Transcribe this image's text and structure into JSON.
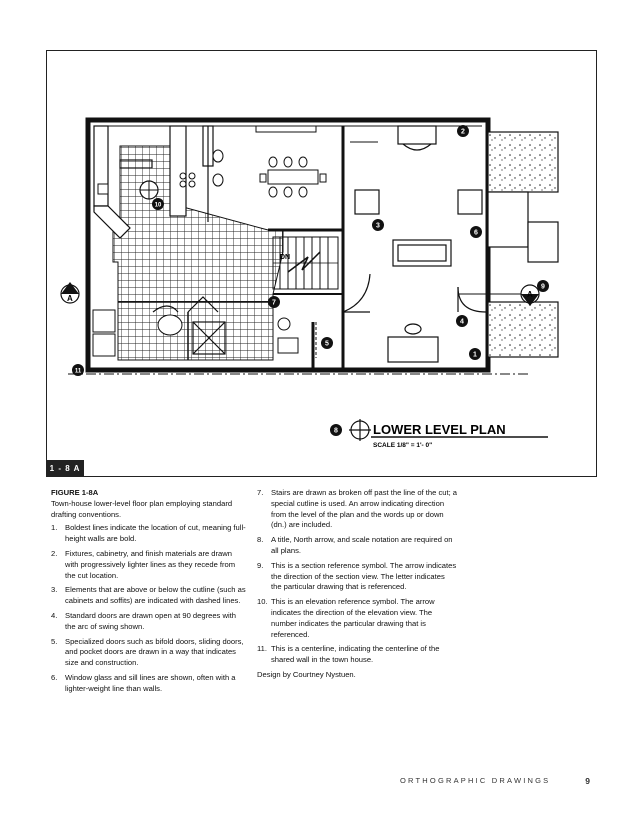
{
  "figure_tab": "1 - 8 A",
  "plan": {
    "title": "LOWER LEVEL PLAN",
    "scale": "SCALE 1/8\" = 1'- 0\"",
    "dn_label": "DN",
    "section_letter": "A",
    "callouts": [
      "1",
      "2",
      "3",
      "4",
      "5",
      "6",
      "7",
      "8",
      "9",
      "10",
      "11"
    ]
  },
  "caption": {
    "heading": "FIGURE 1-8A",
    "intro": "Town-house lower-level floor plan employing standard drafting conventions.",
    "items": [
      {
        "n": "1.",
        "text": "Boldest lines indicate the location of cut, meaning full-height walls are bold."
      },
      {
        "n": "2.",
        "text": "Fixtures, cabinetry, and finish materials are drawn with progressively lighter lines as they recede from the cut location."
      },
      {
        "n": "3.",
        "text": "Elements that are above or below the cutline (such as cabinets and soffits) are indicated with dashed lines."
      },
      {
        "n": "4.",
        "text": "Standard doors are drawn open at 90 degrees with the arc of swing shown."
      },
      {
        "n": "5.",
        "text": "Specialized doors such as bifold doors, sliding doors, and pocket doors are drawn in a way that indicates size and construction."
      },
      {
        "n": "6.",
        "text": "Window glass and sill lines are shown, often with a lighter-weight line than walls."
      }
    ],
    "items2": [
      {
        "n": "7.",
        "text": "Stairs are drawn as broken off past the line of the cut; a special cutline is used. An arrow indicating direction from the level of the plan and the words up or down (dn.) are included."
      },
      {
        "n": "8.",
        "text": "A title, North arrow, and scale notation are required on all plans."
      },
      {
        "n": "9.",
        "text": "This is a section reference symbol. The arrow indicates the direction of the section view. The letter indicates the particular drawing that is referenced."
      },
      {
        "n": "10.",
        "text": "This is an elevation reference symbol. The arrow indicates the direction of the elevation view. The number indicates the particular drawing that is referenced."
      },
      {
        "n": "11.",
        "text": "This is a centerline, indicating the centerline of the shared wall in the town house."
      }
    ],
    "credit": "Design by Courtney Nystuen."
  },
  "footer": {
    "section": "ORTHOGRAPHIC DRAWINGS",
    "page": "9"
  }
}
